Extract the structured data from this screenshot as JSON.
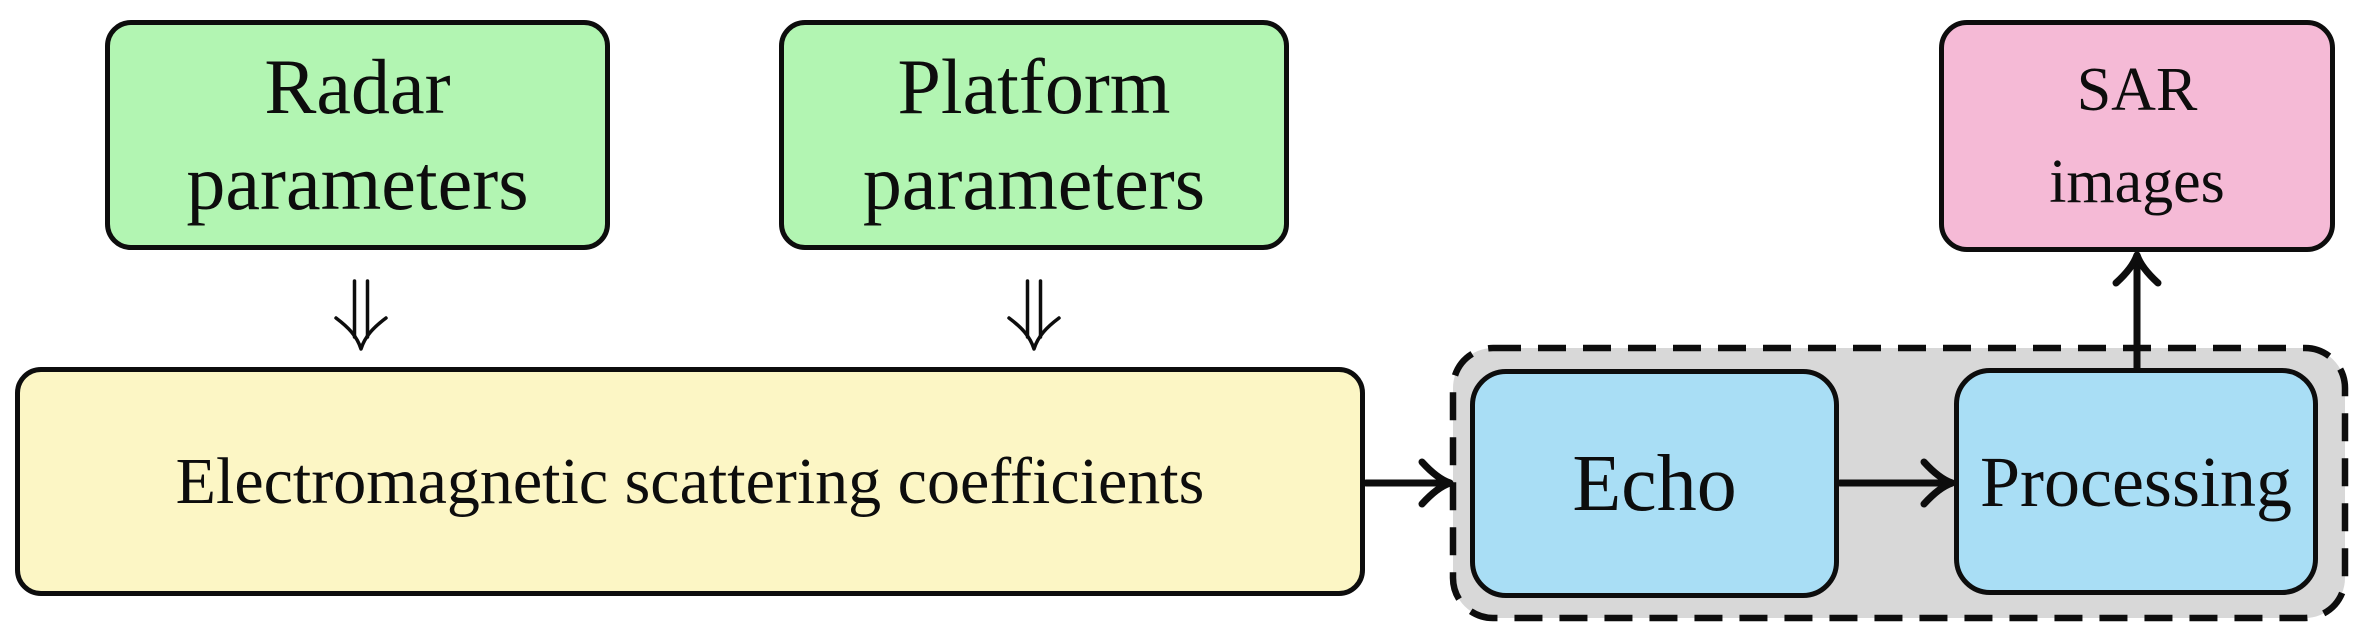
{
  "diagram": {
    "description": "SAR image simulation flow diagram",
    "nodes": {
      "radar": {
        "lines": [
          "Radar",
          "parameters"
        ],
        "fill": "#b2f5b2"
      },
      "platform": {
        "lines": [
          "Platform",
          "parameters"
        ],
        "fill": "#b2f5b2"
      },
      "scattering": {
        "lines": [
          "Electromagnetic scattering coefficients"
        ],
        "fill": "#fcf6c5"
      },
      "echo": {
        "lines": [
          "Echo"
        ],
        "fill": "#a9def5"
      },
      "processing": {
        "lines": [
          "Processing"
        ],
        "fill": "#a9def5"
      },
      "sar": {
        "lines": [
          "SAR",
          "images"
        ],
        "fill": "#f5bad6"
      }
    },
    "simulation_group": {
      "fill": "#d8d8d8",
      "border_style": "dashed",
      "border_color": "#0d0d0d"
    },
    "stroke_color": "#0d0d0d",
    "edges": [
      {
        "from": "radar",
        "to": "scattering",
        "style": "double-arrow",
        "direction": "down"
      },
      {
        "from": "platform",
        "to": "scattering",
        "style": "double-arrow",
        "direction": "down"
      },
      {
        "from": "scattering",
        "to": "echo",
        "style": "arrow",
        "direction": "right"
      },
      {
        "from": "echo",
        "to": "processing",
        "style": "arrow",
        "direction": "right"
      },
      {
        "from": "processing",
        "to": "sar",
        "style": "arrow",
        "direction": "up"
      }
    ]
  }
}
